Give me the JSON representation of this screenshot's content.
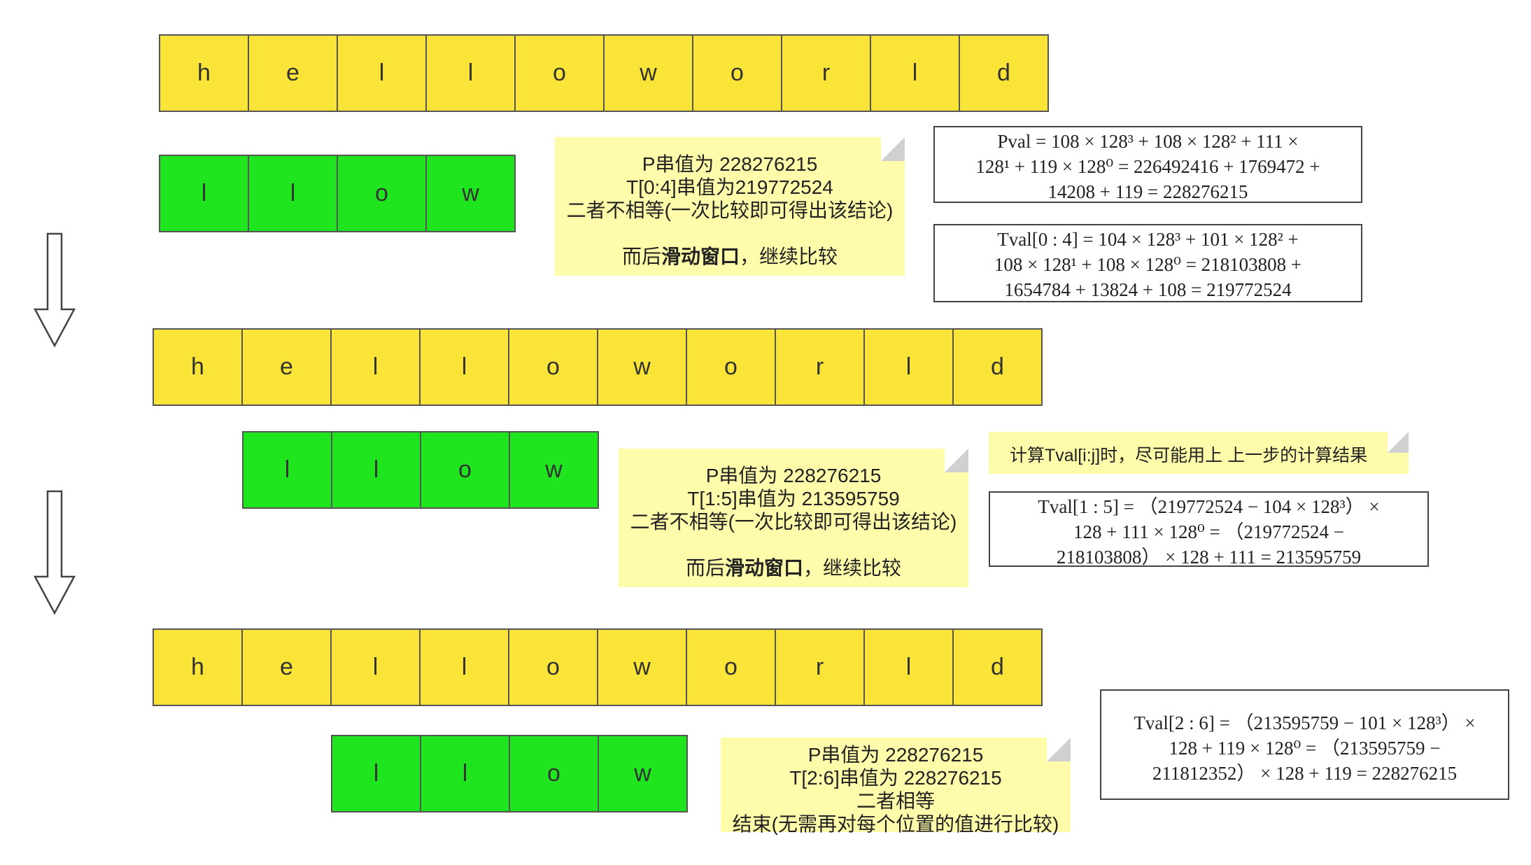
{
  "text_row": [
    "h",
    "e",
    "l",
    "l",
    "o",
    "w",
    "o",
    "r",
    "l",
    "d"
  ],
  "pattern_row": [
    "l",
    "l",
    "o",
    "w"
  ],
  "step1": {
    "note": {
      "line1": "P串值为 228276215",
      "line2": "T[0:4]串值为219772524",
      "line3": "二者不相等(一次比较即可得出该结论)",
      "line4_pre": "而后",
      "line4_bold": "滑动窗口",
      "line4_post": "，继续比较"
    },
    "pval": {
      "line1": "Pval = 108 × 128³ +  108 × 128²  + 111 ×",
      "line2": "128¹ + 119 ×  128⁰ = 226492416 + 1769472 +",
      "line3": "14208 + 119 = 228276215"
    },
    "tval": {
      "line1": "Tval[0 : 4] = 104 × 128³ +  101 × 128²  +",
      "line2": "108 × 128¹ + 108 ×  128⁰ = 218103808 +",
      "line3": "1654784 + 13824 + 108 = 219772524"
    }
  },
  "step2": {
    "hint": "计算Tval[i:j]时，尽可能用上 上一步的计算结果",
    "note": {
      "line1": "P串值为 228276215",
      "line2": "T[1:5]串值为 213595759",
      "line3": "二者不相等(一次比较即可得出该结论)",
      "line4_pre": "而后",
      "line4_bold": "滑动窗口",
      "line4_post": "，继续比较"
    },
    "tval": {
      "line1": "Tval[1 : 5] =  （219772524 − 104 × 128³）  ×",
      "line2": "128 + 111 × 128⁰ =  （219772524 −",
      "line3": "218103808） × 128 + 111 = 213595759"
    }
  },
  "step3": {
    "note": {
      "line1": "P串值为 228276215",
      "line2": "T[2:6]串值为 228276215",
      "line3": "二者相等",
      "line4": "结束(无需再对每个位置的值进行比较)"
    },
    "tval": {
      "line1": "Tval[2 : 6] =  （213595759 − 101 × 128³）  ×",
      "line2": "128 + 119 × 128⁰ =  （213595759 −",
      "line3": "211812352）  × 128 + 119 = 228276215"
    }
  }
}
